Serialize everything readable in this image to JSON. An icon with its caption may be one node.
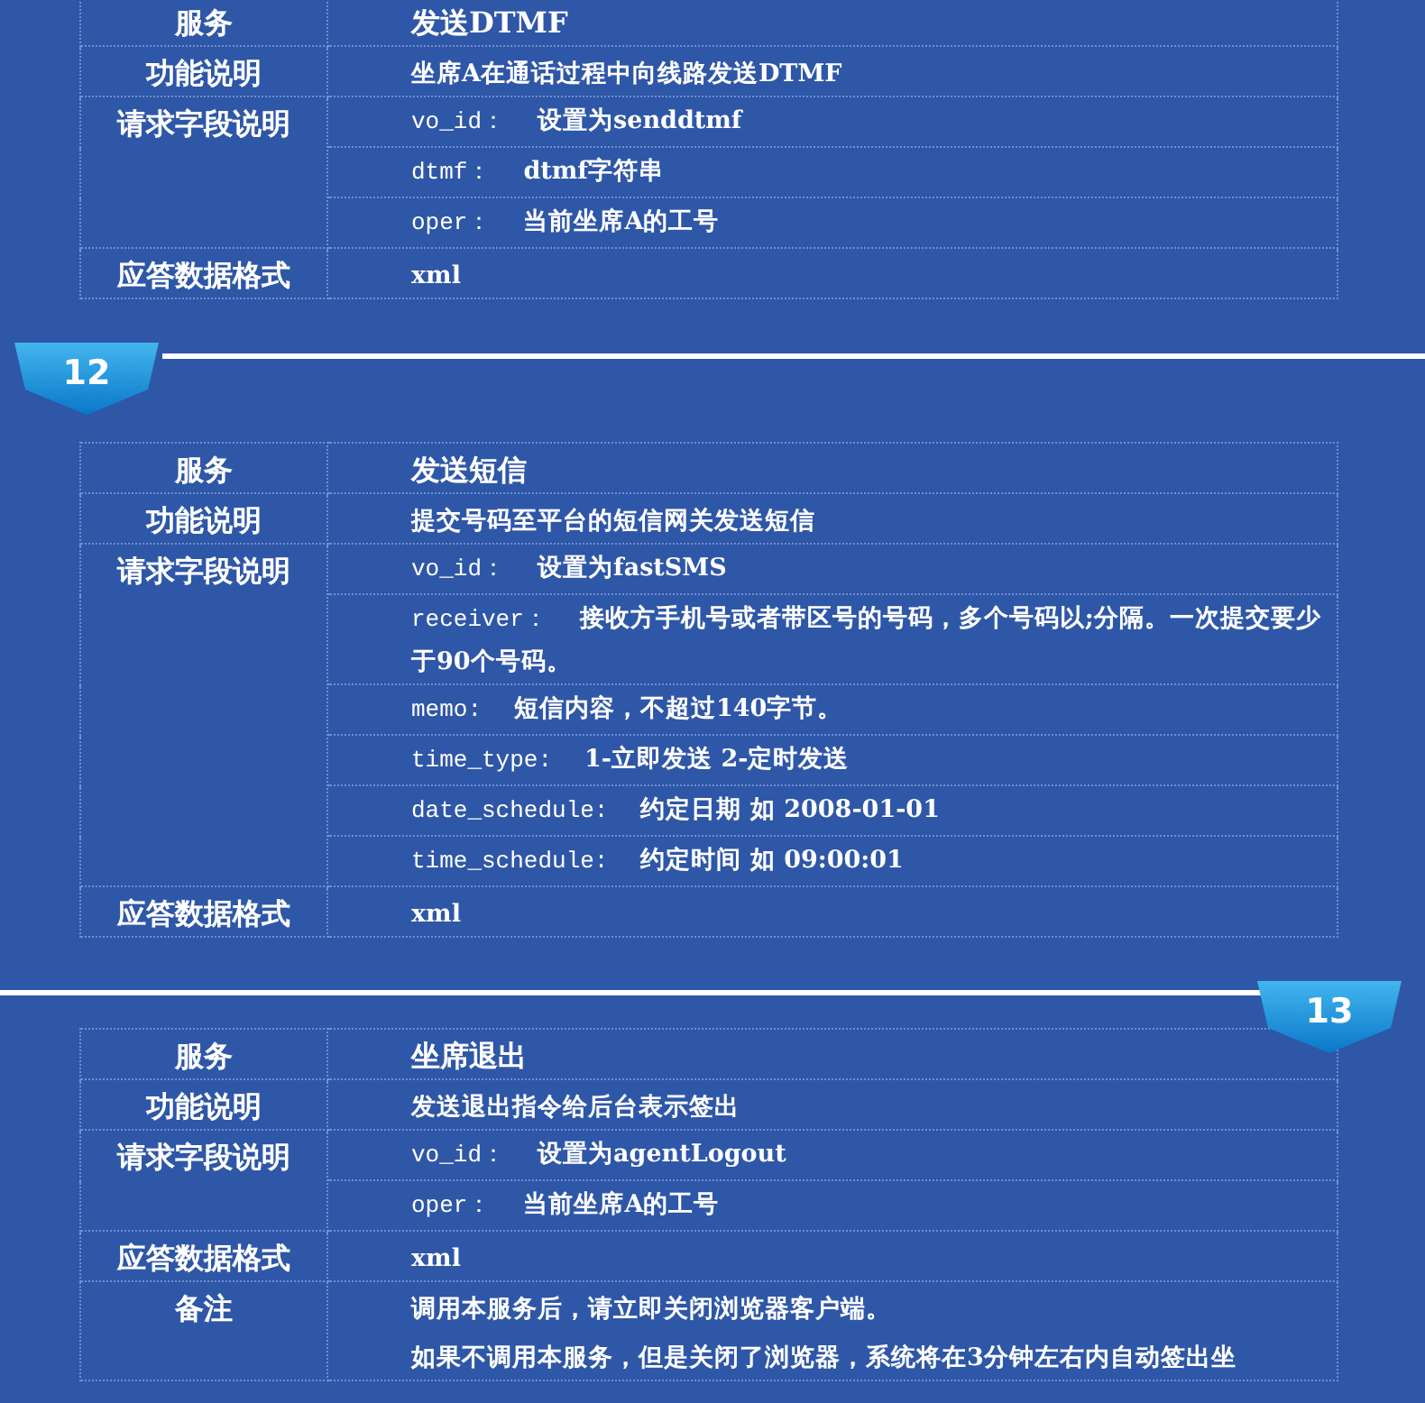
{
  "diagram": {
    "nodes": [
      {
        "text": [
          "12"
        ]
      },
      {
        "text": [
          "13"
        ]
      }
    ],
    "labels": [
      "服务",
      "发送DTMF",
      "功能说明",
      "坐席A在通话过程中向线路发送DTMF",
      "请求字段说明",
      "vo_id：",
      "设置为senddtmf",
      "dtmf：",
      "dtmf字符串",
      "oper：",
      "当前坐席A的工号",
      "应答数据格式",
      "xml",
      "服务",
      "发送短信",
      "功能说明",
      "提交号码至平台的短信网关发送短信",
      "请求字段说明",
      "vo_id：",
      "设置为fastSMS",
      "receiver：",
      "接收方手机号或者带区号的号码，多个号码以;分隔。一次提交要少于90个号码。",
      "memo:",
      "短信内容，不超过140字节。",
      "time_type:",
      "1-立即发送 2-定时发送",
      "date_schedule:",
      "约定日期 如 2008-01-01",
      "time_schedule:",
      "约定时间 如 09:00:01",
      "应答数据格式",
      "xml",
      "服务",
      "坐席退出",
      "功能说明",
      "发送退出指令给后台表示签出",
      "请求字段说明",
      "vo_id：",
      "设置为agentLogout",
      "oper：",
      "当前坐席A的工号",
      "应答数据格式",
      "xml",
      "备注",
      "调用本服务后，请立即关闭浏览器客户端。",
      "如果不调用本服务，但是关闭了浏览器，系统将在3分钟左右内自动签出坐"
    ]
  }
}
